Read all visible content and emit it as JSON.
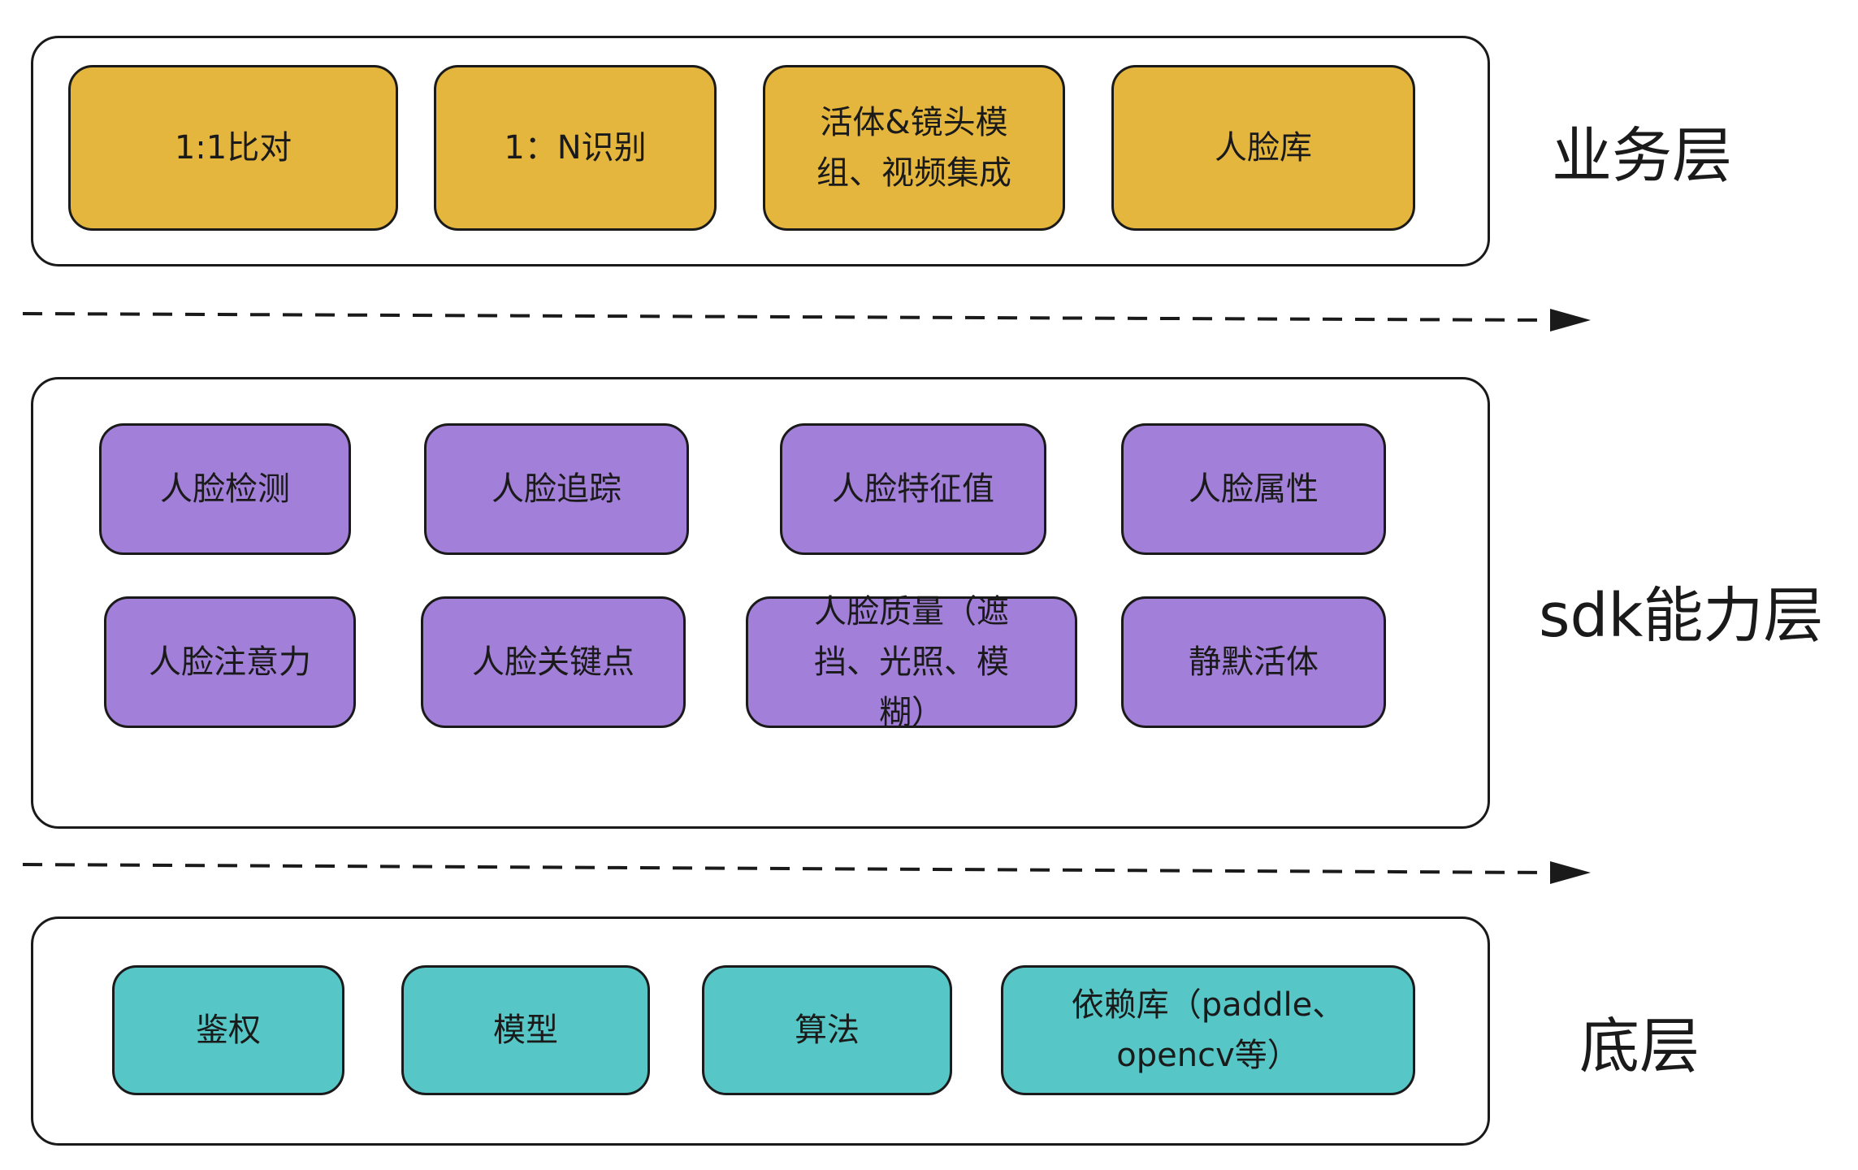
{
  "layers": [
    {
      "label": "业务层",
      "modules": [
        "1:1比对",
        "1：N识别",
        "活体&镜头模\n组、视频集成",
        "人脸库"
      ]
    },
    {
      "label": "sdk能力层",
      "modules": [
        "人脸检测",
        "人脸追踪",
        "人脸特征值",
        "人脸属性",
        "人脸注意力",
        "人脸关键点",
        "人脸质量（遮\n挡、光照、模\n糊）",
        "静默活体"
      ]
    },
    {
      "label": "底层",
      "modules": [
        "鉴权",
        "模型",
        "算法",
        "依赖库（paddle、\nopencv等）"
      ]
    }
  ],
  "colors": {
    "business": "#e4b63e",
    "sdk": "#a27fd8",
    "base": "#56c7c6",
    "outline": "#1a1a1a"
  }
}
